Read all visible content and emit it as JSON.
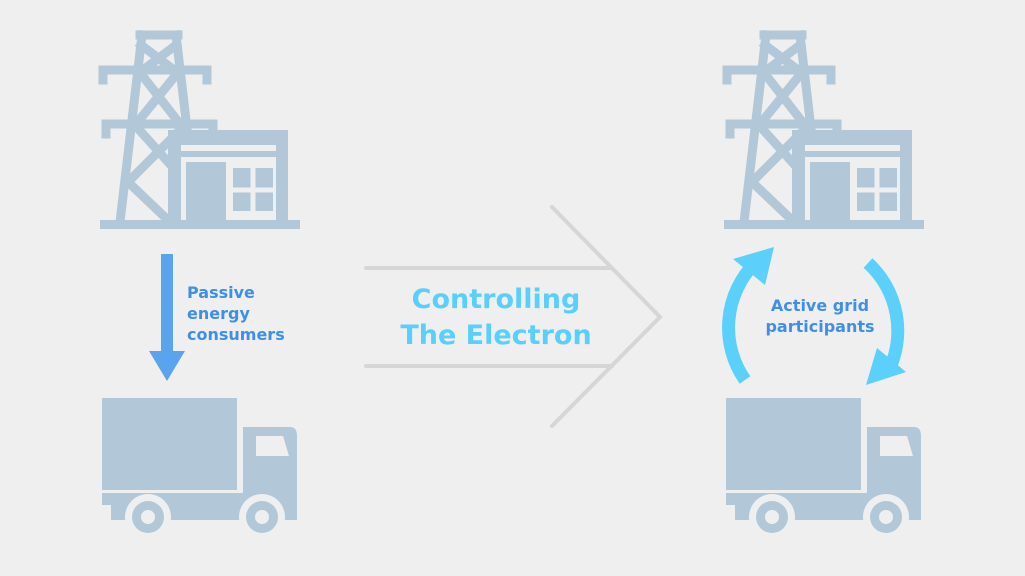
{
  "colors": {
    "background": "#efefef",
    "icon": "#b2c8d9",
    "arrow_blue": "#5aa4ee",
    "label_blue": "#3f8fe9",
    "title_cyan": "#59cffb",
    "chevron_gray": "#d6d6d6",
    "cycle_cyan": "#5bd0fb"
  },
  "left": {
    "label_lines": [
      "Passive",
      "energy",
      "consumers"
    ]
  },
  "center": {
    "title_lines": [
      "Controlling",
      "The Electron"
    ]
  },
  "right": {
    "label_lines": [
      "Active grid",
      "participants"
    ]
  }
}
